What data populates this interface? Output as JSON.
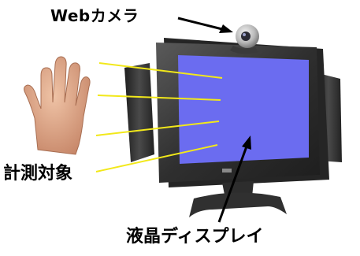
{
  "labels": {
    "camera": "Webカメラ",
    "target": "計測対象",
    "lcd": "液晶ディスプレイ"
  },
  "colors": {
    "screen": "#6b6cf0",
    "bezel": "#3c3c3c",
    "speaker": "#2f2f2f",
    "rays": "#f2e81a",
    "skin": "#d9a283",
    "arrow": "#000000"
  },
  "icons": {
    "hand": "hand-icon",
    "webcam": "webcam-icon",
    "monitor": "monitor-icon"
  }
}
